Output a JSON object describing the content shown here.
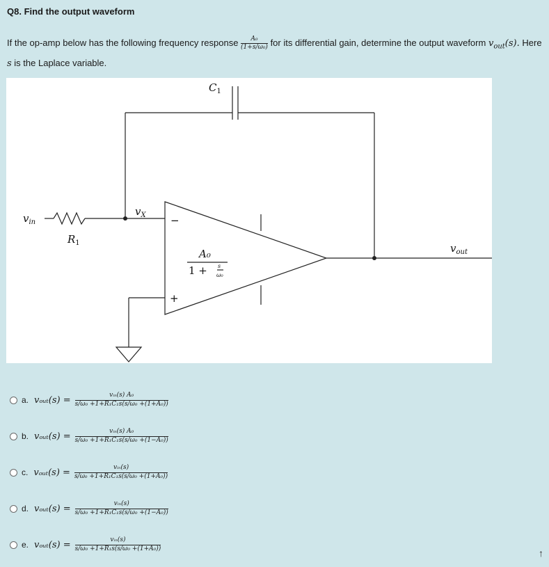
{
  "question": {
    "title": "Q8. Find the output waveform",
    "text_part1": "If the op-amp below has the following frequency response",
    "response_num": "A₀",
    "response_den": "(1+s/ω₀)",
    "text_part2": "for its differential gain, determine the output waveform",
    "vout_symbol": "v",
    "vout_sub": "out",
    "vout_arg": "(s).",
    "text_part3": "Here",
    "text_part4_symbol": "s",
    "text_part4": "is the Laplace variable."
  },
  "circuit": {
    "vin_label": "v",
    "vin_sub": "in",
    "r_label": "R",
    "r_sub": "1",
    "c_label": "C",
    "c_sub": "1",
    "vx_label": "v",
    "vx_sub": "X",
    "minus_label": "−",
    "plus_label": "+",
    "gain_num": "A₀",
    "gain_den_prefix": "1 +",
    "gain_den_s": "s",
    "gain_den_w": "ω₀",
    "vout_label": "v",
    "vout_sub": "out"
  },
  "options": [
    {
      "label": "a.",
      "lhs": "vₒᵤₜ(s) =",
      "num": "vᵢₙ(s) A₀",
      "den": "s/ω₀ +1+R₁C₁s(s/ω₀ +(1+A₀))"
    },
    {
      "label": "b.",
      "lhs": "vₒᵤₜ(s) =",
      "num": "vᵢₙ(s) A₀",
      "den": "s/ω₀ +1+R₁C₁s(s/ω₀ +(1−A₀))"
    },
    {
      "label": "c.",
      "lhs": "vₒᵤₜ(s) =",
      "num": "vᵢₙ(s)",
      "den": "s/ω₀ +1+R₁C₁s(s/ω₀ +(1+A₀))"
    },
    {
      "label": "d.",
      "lhs": "vₒᵤₜ(s) =",
      "num": "vᵢₙ(s)",
      "den": "s/ω₀ +1+R₁C₁s(s/ω₀ +(1−A₀))"
    },
    {
      "label": "e.",
      "lhs": "vₒᵤₜ(s) =",
      "num": "vᵢₙ(s)",
      "den": "s/ω₀ +1+R₁s(s/ω₀ +(1+A₀))"
    }
  ],
  "scroll_icon": "arrow-up-icon",
  "scroll_glyph": "↑"
}
